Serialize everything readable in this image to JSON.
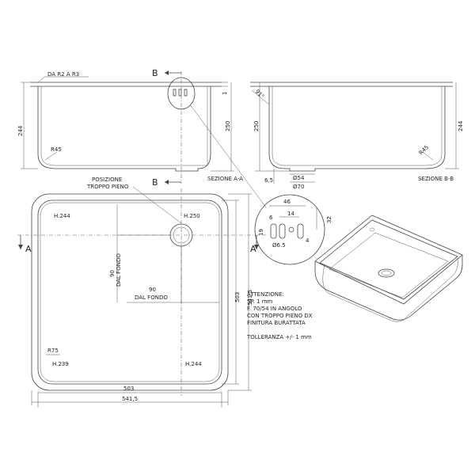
{
  "section_aa": {
    "radius_top": "DA R2 A R3",
    "height_left": "244",
    "height_right": "250",
    "radius_bottom": "R45",
    "one": "1",
    "caption": "SEZIONE A-A",
    "cut_label_top": "B",
    "cut_label_bottom": "B"
  },
  "section_bb": {
    "height_left": "250",
    "height_right": "244",
    "radius_bottom": "R45",
    "angle": "91°",
    "outlet_depth": "6,5",
    "outlet_inner": "Ø54",
    "outlet_outer": "Ø70",
    "caption": "SEZIONE B-B"
  },
  "plan": {
    "overflow_position": "POSIZIONE\nTROPPO PIENO",
    "h_top_left": "H.244",
    "h_top_right": "H.250",
    "h_bottom_left": "H.239",
    "h_bottom_right": "H.244",
    "corner_radius": "R75",
    "dim_vertical_90": "90",
    "dal_fondo_v": "DAL FONDO",
    "dim_horizontal_90": "90",
    "dal_fondo_h": "DAL FONDO",
    "width_inner": "503",
    "width_outer": "541,5",
    "height_inner": "503",
    "height_outer": "541,5",
    "section_a_left": "A",
    "section_a_right": "A"
  },
  "detail": {
    "d46": "46",
    "d14": "14",
    "d6": "6",
    "d32": "32",
    "d19": "19",
    "d4": "4",
    "d65": "Ø6.5"
  },
  "notes": {
    "title": "ATTENZIONE:",
    "line1": "SP. 1 mm",
    "line2": "F. 70/54 IN ANGOLO",
    "line3": "CON TROPPO PIENO DX",
    "line4": "FINITURA BURATTATA",
    "tolerance": "TOLLERANZA +/- 1 mm"
  }
}
